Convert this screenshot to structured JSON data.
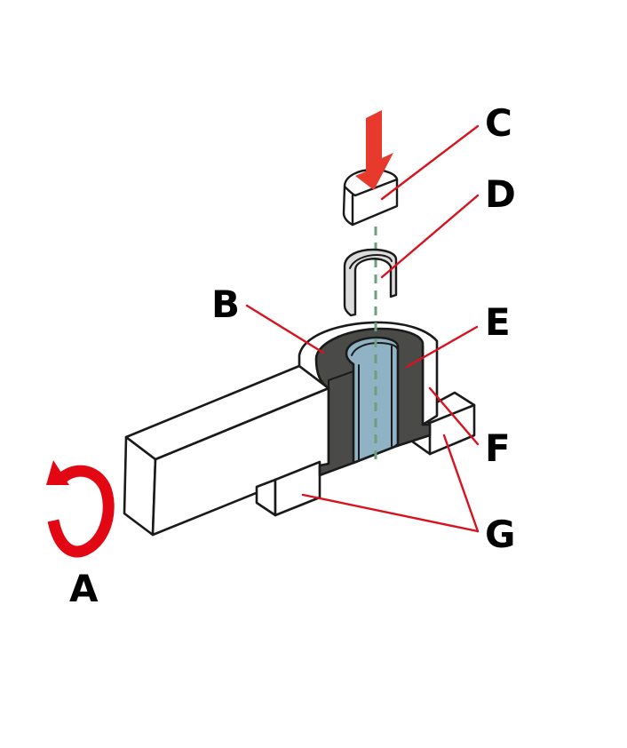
{
  "labels": {
    "a": "A",
    "b": "B",
    "c": "C",
    "d": "D",
    "e": "E",
    "f": "F",
    "g": "G"
  },
  "colors": {
    "outline": "#1a1a1a",
    "leader": "#d9121f",
    "arrow": "#e8392d",
    "rotation": "#e30613",
    "housing": "#4a4a48",
    "liner": "#8fb3c4",
    "bushing": "#dcdcdc",
    "axis": "#6e9e7e",
    "body": "#ffffff"
  }
}
